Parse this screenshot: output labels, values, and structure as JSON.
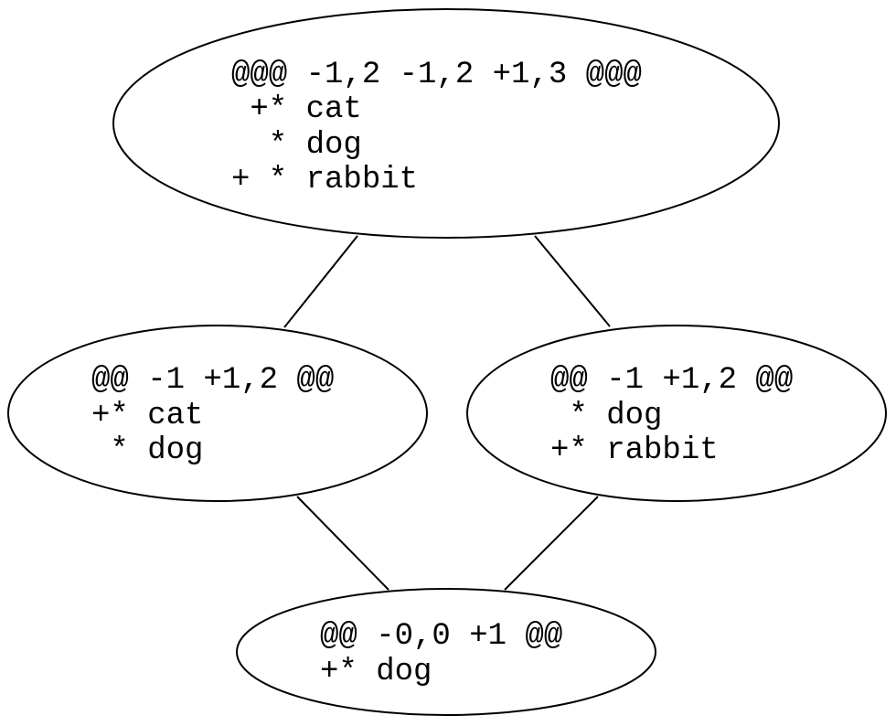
{
  "nodes": [
    {
      "id": "top",
      "lines": [
        "@@@ -1,2 -1,2 +1,3 @@@",
        " +* cat",
        "  * dog",
        "+ * rabbit"
      ]
    },
    {
      "id": "left",
      "lines": [
        "@@ -1 +1,2 @@",
        "+* cat",
        " * dog"
      ]
    },
    {
      "id": "right",
      "lines": [
        "@@ -1 +1,2 @@",
        " * dog",
        "+* rabbit"
      ]
    },
    {
      "id": "bottom",
      "lines": [
        "@@ -0,0 +1 @@",
        "+* dog"
      ]
    }
  ],
  "edges": [
    {
      "from": "top",
      "to": "left"
    },
    {
      "from": "top",
      "to": "right"
    },
    {
      "from": "left",
      "to": "bottom"
    },
    {
      "from": "right",
      "to": "bottom"
    }
  ]
}
